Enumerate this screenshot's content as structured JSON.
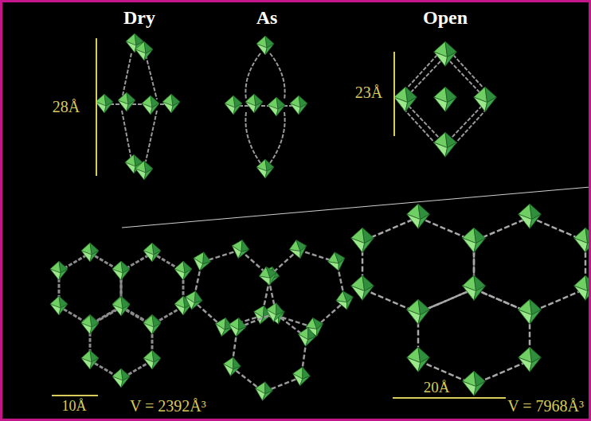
{
  "diagram": {
    "labels": [
      "Dry",
      "As",
      "Open",
      "28Å",
      "23Å",
      "10Å",
      "V = 2392Å³",
      "20Å",
      "V = 7968Å³"
    ]
  }
}
